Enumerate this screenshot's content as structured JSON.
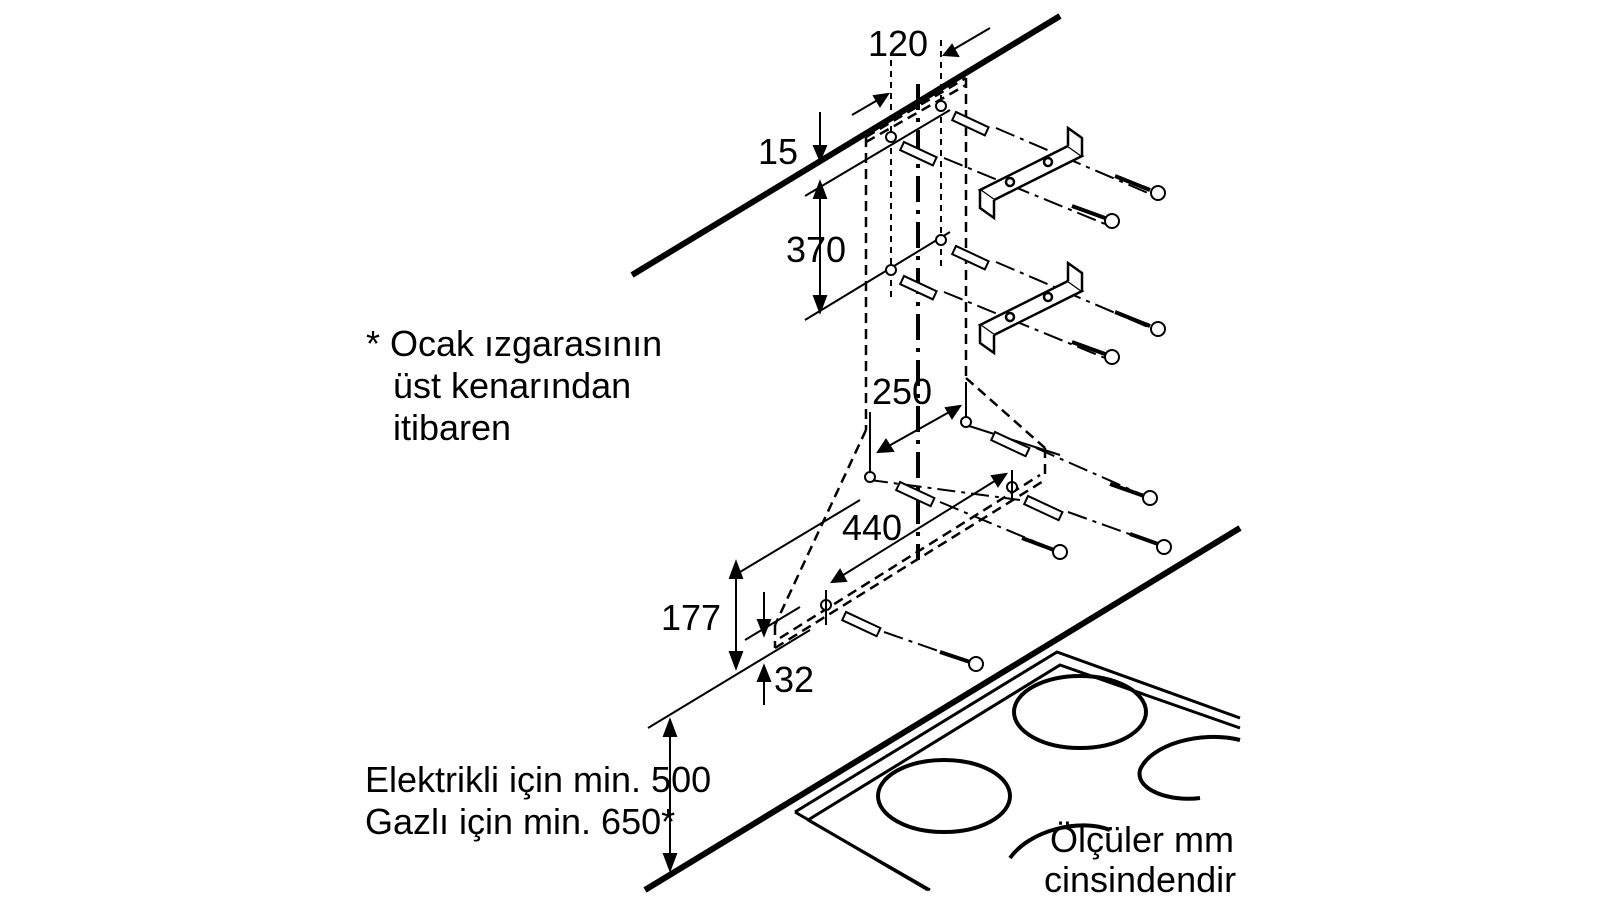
{
  "dimensions": {
    "d120": "120",
    "d15": "15",
    "d370": "370",
    "d250": "250",
    "d440": "440",
    "d177": "177",
    "d32": "32"
  },
  "note": {
    "line1": "* Ocak ızgarasının",
    "line2": "üst kenarından",
    "line3": "itibaren"
  },
  "clearance": {
    "line1": "Elektrikli için min. 500",
    "line2": "Gazlı için min. 650*"
  },
  "units": {
    "line1": "Ölçüler mm",
    "line2": "cinsindendir"
  },
  "colors": {
    "ink": "#000000",
    "background": "#ffffff"
  }
}
